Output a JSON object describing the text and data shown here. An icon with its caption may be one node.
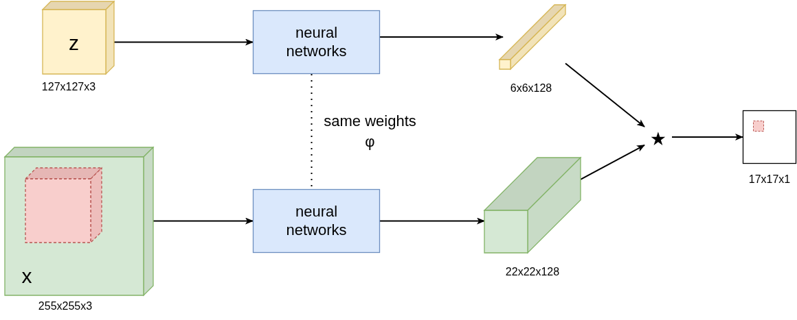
{
  "diagram": {
    "nodes": [
      {
        "text": [
          "z"
        ],
        "beside": [
          "127x127x3"
        ]
      },
      {
        "text": [
          "neural networks"
        ]
      },
      {
        "text": [],
        "shape": "box",
        "beside": [
          "6x6x128"
        ]
      },
      {
        "text": [
          "x"
        ],
        "beside": [
          "255x255x3"
        ]
      },
      {
        "text": [],
        "shape": "box",
        "in": 3
      },
      {
        "text": [
          "neural networks"
        ]
      },
      {
        "text": [],
        "shape": "box",
        "beside": [
          "22x22x128"
        ]
      },
      {
        "text": [
          "⋆"
        ]
      },
      {
        "text": [],
        "shape": "box",
        "beside": [
          "17x17x1"
        ]
      },
      {
        "text": [],
        "shape": "box",
        "in": 8
      }
    ],
    "edges": [
      {
        "from": 0,
        "to": 1,
        "arrow": "to"
      },
      {
        "from": 1,
        "to": 2,
        "arrow": "to"
      },
      {
        "from": 1,
        "to": 5,
        "arrow": "none",
        "style": "dashed",
        "label": "same weights φ"
      },
      {
        "from": 3,
        "to": 5,
        "arrow": "to"
      },
      {
        "from": 5,
        "to": 6,
        "arrow": "to"
      },
      {
        "from": 2,
        "to": 7,
        "arrow": "to"
      },
      {
        "from": 6,
        "to": 7,
        "arrow": "to"
      },
      {
        "from": 7,
        "to": 8,
        "arrow": "to"
      }
    ]
  }
}
